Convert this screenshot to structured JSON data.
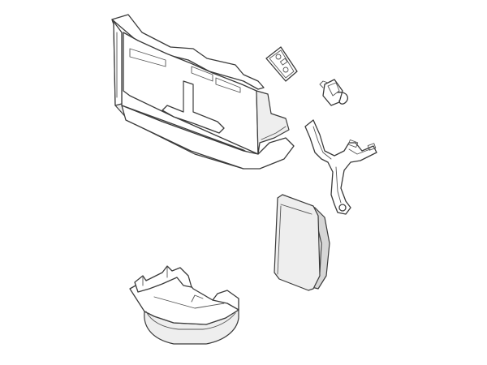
{
  "diagram": {
    "background": "#ffffff",
    "line_color": "#3a3a3a",
    "shade_color": "#eeeeee",
    "parts": [
      {
        "name": "rear-housing-panel"
      },
      {
        "name": "switch-mounting-plate"
      },
      {
        "name": "wired-actuator"
      },
      {
        "name": "actuator-lever-bracket"
      },
      {
        "name": "front-cover-panel"
      },
      {
        "name": "drip-tray"
      }
    ]
  }
}
